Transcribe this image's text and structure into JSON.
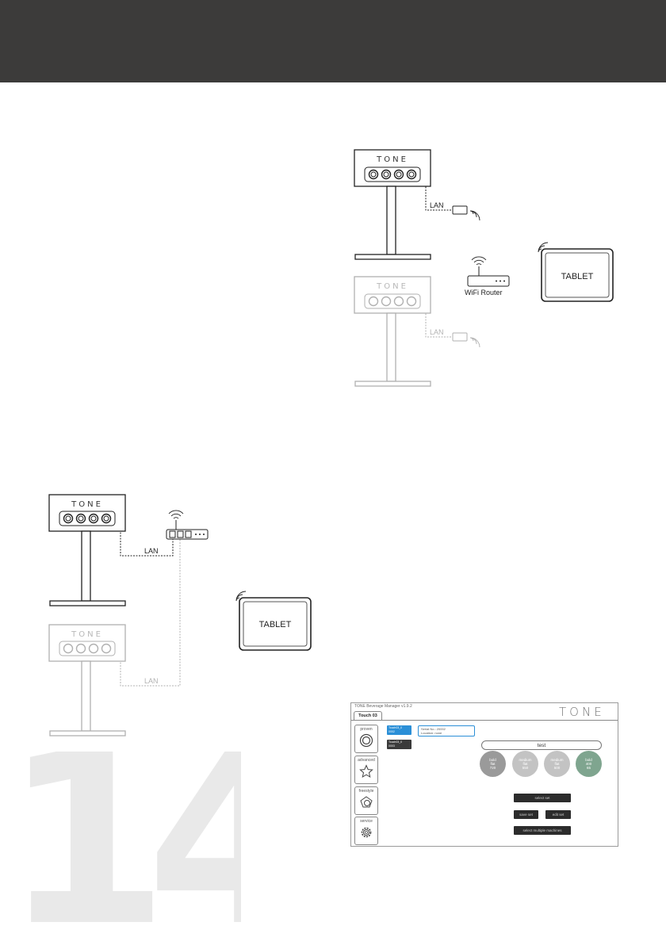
{
  "page_number": "14",
  "device_label": "TONE",
  "cable_label": "LAN",
  "router_label": "WiFi Router",
  "tablet_label": "TABLET",
  "app": {
    "title": "TONE Beverage Manager v1.9.2",
    "tab": "Touch 03",
    "logo": "TONE",
    "modes": [
      "proven",
      "advanced",
      "freestyle",
      "service"
    ],
    "machines": [
      {
        "name": "Touch03_0",
        "id": "0002",
        "color": "#2b8fd7"
      },
      {
        "name": "Touch03_0",
        "id": "0003",
        "color": "#3a3a3a"
      }
    ],
    "serial_line": "Serial No.: 20002",
    "location_line": "Location: none",
    "set_name": "test",
    "drinks": [
      {
        "l1": "bold",
        "l2": "flat",
        "l3": "720",
        "color": "#9a9a9a"
      },
      {
        "l1": "medium",
        "l2": "flat",
        "l3": "550",
        "color": "#c3c3c3"
      },
      {
        "l1": "medium",
        "l2": "flat",
        "l3": "500",
        "color": "#c3c3c3"
      },
      {
        "l1": "bold",
        "l2": "400",
        "l3": "65",
        "color": "#7fa58f"
      }
    ],
    "buttons": {
      "select_set": "select set",
      "save_set": "save set",
      "edit_set": "edit set",
      "select_multiple": "select multiple machines"
    }
  }
}
